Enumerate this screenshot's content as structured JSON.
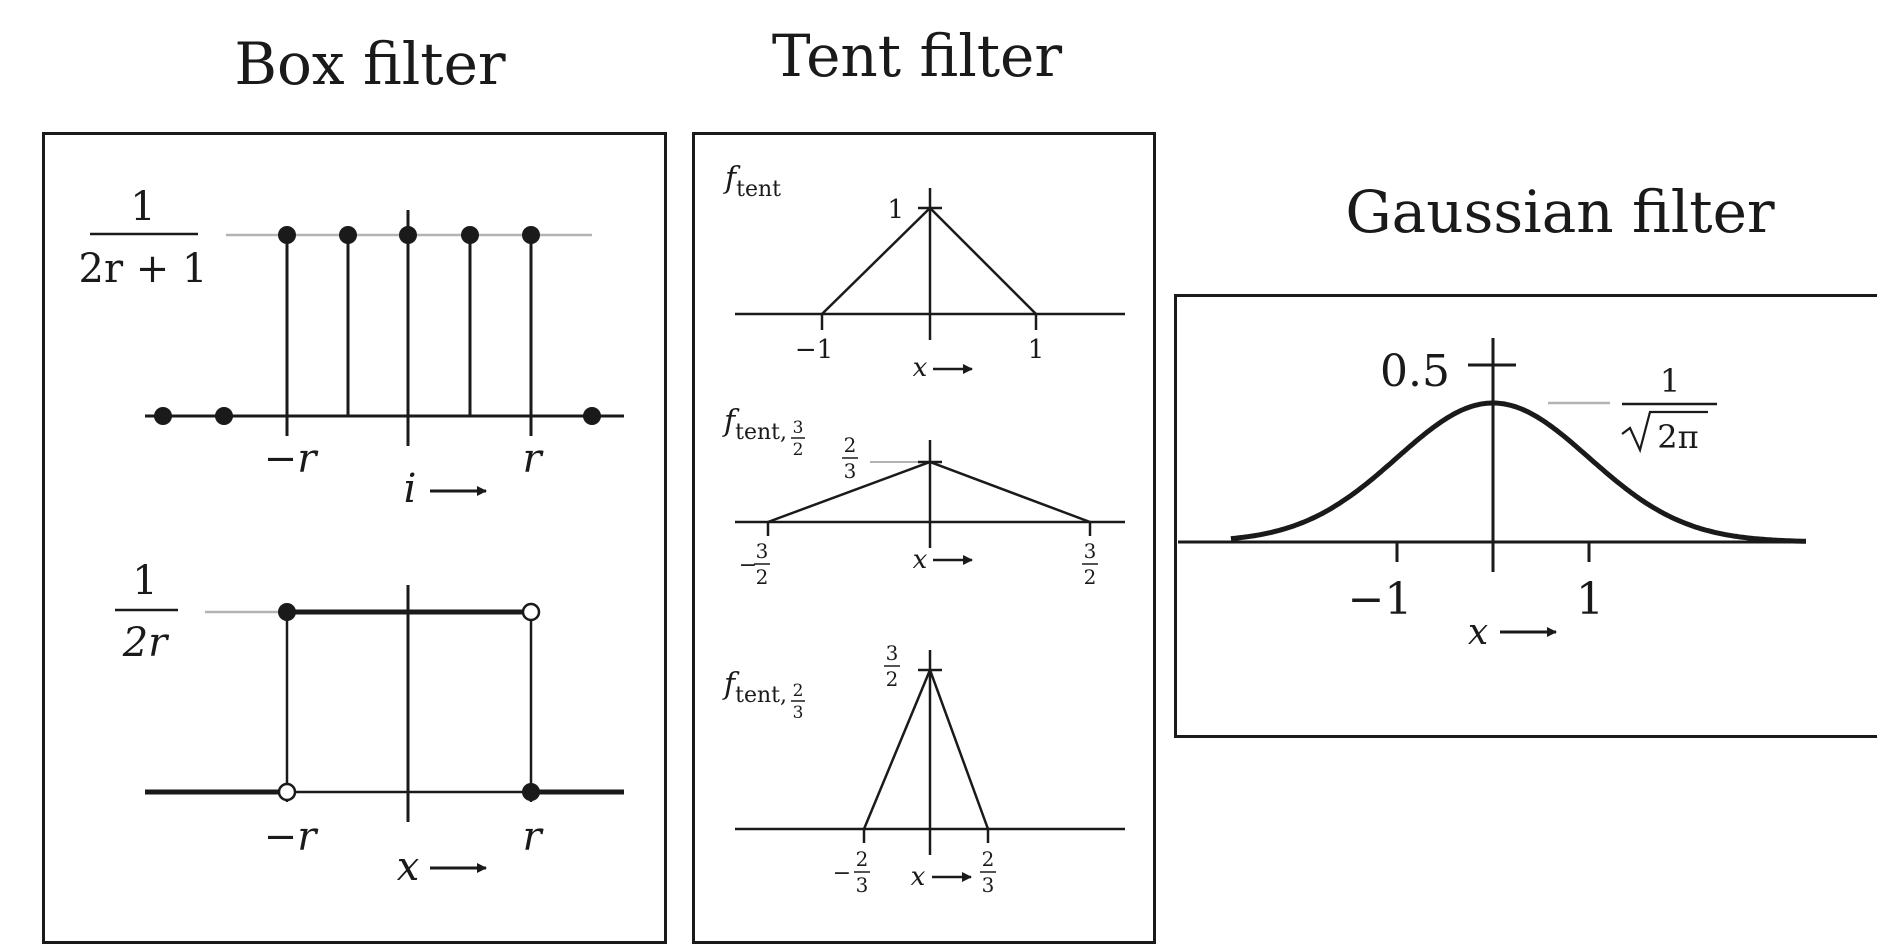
{
  "titles": {
    "box": "Box filter",
    "tent": "Tent filter",
    "gaussian": "Gaussian filter"
  },
  "box_discrete": {
    "height_num": "1",
    "height_den": "2r + 1",
    "neg_r": "−r",
    "pos_r": "r",
    "axis": "i",
    "arrow": "→"
  },
  "box_continuous": {
    "height_num": "1",
    "height_den": "2r",
    "neg_r": "−r",
    "pos_r": "r",
    "axis": "x",
    "arrow": "→"
  },
  "tent1": {
    "label_f": "f",
    "label_sub": "tent",
    "peak": "1",
    "left": "−1",
    "right": "1",
    "axis": "x"
  },
  "tent2": {
    "label_f": "f",
    "label_sub": "tent,",
    "scale_num": "3",
    "scale_den": "2",
    "peak_num": "2",
    "peak_den": "3",
    "left_sign": "−",
    "left_num": "3",
    "left_den": "2",
    "right_num": "3",
    "right_den": "2",
    "axis": "x"
  },
  "tent3": {
    "label_f": "f",
    "label_sub": "tent,",
    "scale_num": "2",
    "scale_den": "3",
    "peak_num": "3",
    "peak_den": "2",
    "left_sign": "−",
    "left_num": "2",
    "left_den": "3",
    "right_num": "2",
    "right_den": "3",
    "axis": "x"
  },
  "gaussian": {
    "tick_label": "0.5",
    "peak_num": "1",
    "peak_den": "2π",
    "left": "−1",
    "right": "1",
    "axis": "x"
  },
  "colors": {
    "ink": "#1a1a1a",
    "guide": "#b3b3b3"
  }
}
